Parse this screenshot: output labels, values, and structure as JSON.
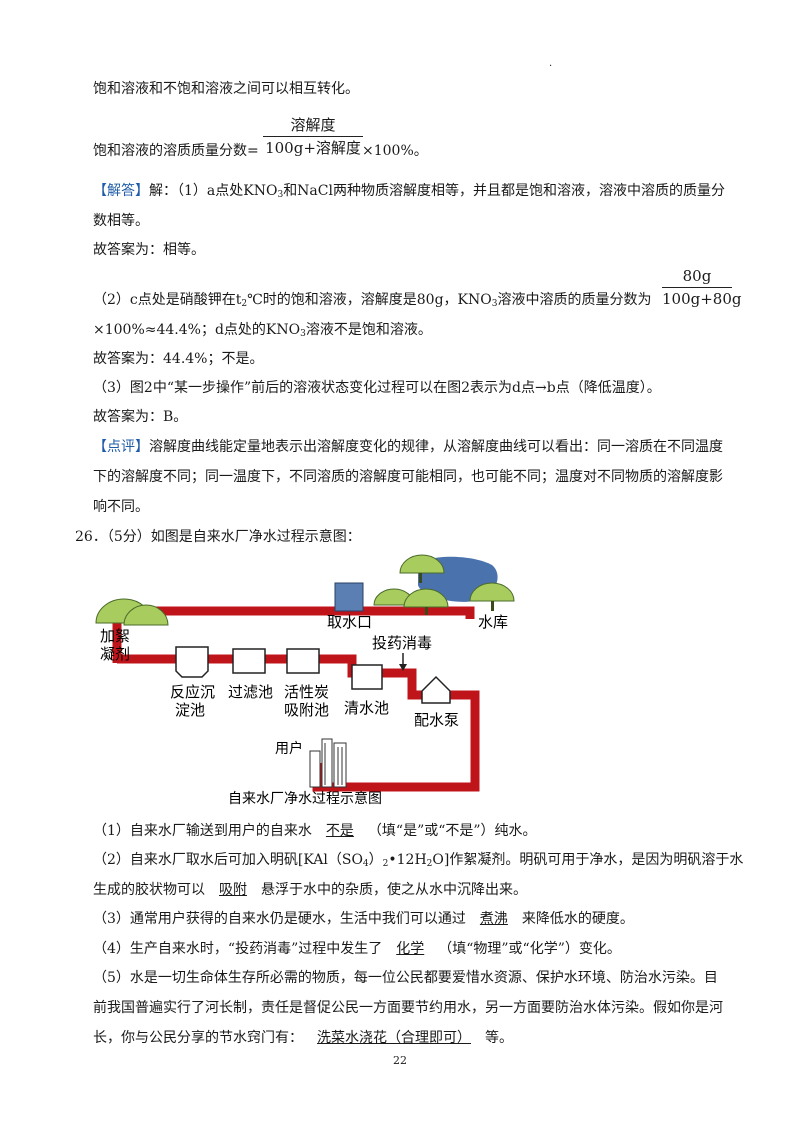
{
  "top_dot": ".",
  "intro": {
    "line1": "饱和溶液和不饱和溶液之间可以相互转化。",
    "formula_prefix": "饱和溶液的溶质质量分数=",
    "formula_num": "溶解度",
    "formula_den": "100g+溶解度",
    "formula_suffix": "×100%。"
  },
  "answer": {
    "tag": "【解答】",
    "p1a": "解：（1）a点处KNO",
    "p1b": "和NaCl两种物质溶解度相等，并且都是饱和溶液，溶液中溶质的质量分",
    "p1c": "数相等。",
    "p1d": "故答案为：相等。",
    "p2a": "（2）c点处是硝酸钾在t",
    "p2b": "℃时的饱和溶液，溶解度是80g，KNO",
    "p2c": "溶液中溶质的质量分数为",
    "p2_num": "80g",
    "p2_den": "100g+80g",
    "p2d": "×100%≈44.4%；d点处的KNO",
    "p2e": "溶液不是饱和溶液。",
    "p2f": "故答案为：44.4%；不是。",
    "p3a": "（3）图2中“某一步操作”前后的溶液状态变化过程可以在图2表示为d点→b点（降低温度）。",
    "p3b": "故答案为：B。"
  },
  "comment": {
    "tag": "【点评】",
    "l1": "溶解度曲线能定量地表示出溶解度变化的规律，从溶解度曲线可以看出：同一溶质在不同温度",
    "l2": "下的溶解度不同；同一温度下，不同溶质的溶解度可能相同，也可能不同；温度对不同物质的溶解度影",
    "l3": "响不同。"
  },
  "q26": {
    "title": "26．（5分）如图是自来水厂净水过程示意图：",
    "diagram": {
      "jiaxu_line1": "加絮",
      "jiaxu_line2": "凝剂",
      "qushuikou": "取水口",
      "shuiku": "水库",
      "touyao": "投药消毒",
      "fanying_line1": "反应沉",
      "fanying_line2": "淀池",
      "guolv": "过滤池",
      "huoxing_line1": "活性炭",
      "huoxing_line2": "吸附池",
      "qingshui": "清水池",
      "peishui": "配水泵",
      "yonghu": "用户",
      "caption": "自来水厂净水过程示意图",
      "pipe_color": "#c0141b",
      "tank_color": "#5b7fb3"
    },
    "q1_pre": "（1）自来水厂输送到用户的自来水",
    "q1_ans": "不是",
    "q1_post": "（填“是”或“不是”）纯水。",
    "q2_pre": "（2）自来水厂取水后可加入明矾[KAl（SO",
    "q2_sub1": "4",
    "q2_mid": "）",
    "q2_sub2": "2",
    "q2_mid2": "•12H",
    "q2_sub3": "2",
    "q2_post": "O]作絮凝剂。明矾可用于净水，是因为明矾溶于水",
    "q2_l2_pre": "生成的胶状物可以",
    "q2_ans": "吸附",
    "q2_l2_post": "悬浮于水中的杂质，使之从水中沉降出来。",
    "q3_pre": "（3）通常用户获得的自来水仍是硬水，生活中我们可以通过",
    "q3_ans": "煮沸",
    "q3_post": "来降低水的硬度。",
    "q4_pre": "（4）生产自来水时，“投药消毒”过程中发生了",
    "q4_ans": "化学",
    "q4_post": "（填“物理”或“化学”）变化。",
    "q5_l1": "（5）水是一切生命体生存所必需的物质，每一位公民都要爱惜水资源、保护水环境、防治水污染。目",
    "q5_l2": "前我国普遍实行了河长制，责任是督促公民一方面要节约用水，另一方面要防治水体污染。假如你是河",
    "q5_l3_pre": "长，你与公民分享的节水窍门有：",
    "q5_ans": "洗菜水浇花（合理即可）",
    "q5_l3_post": "等。"
  },
  "page_number": "22"
}
